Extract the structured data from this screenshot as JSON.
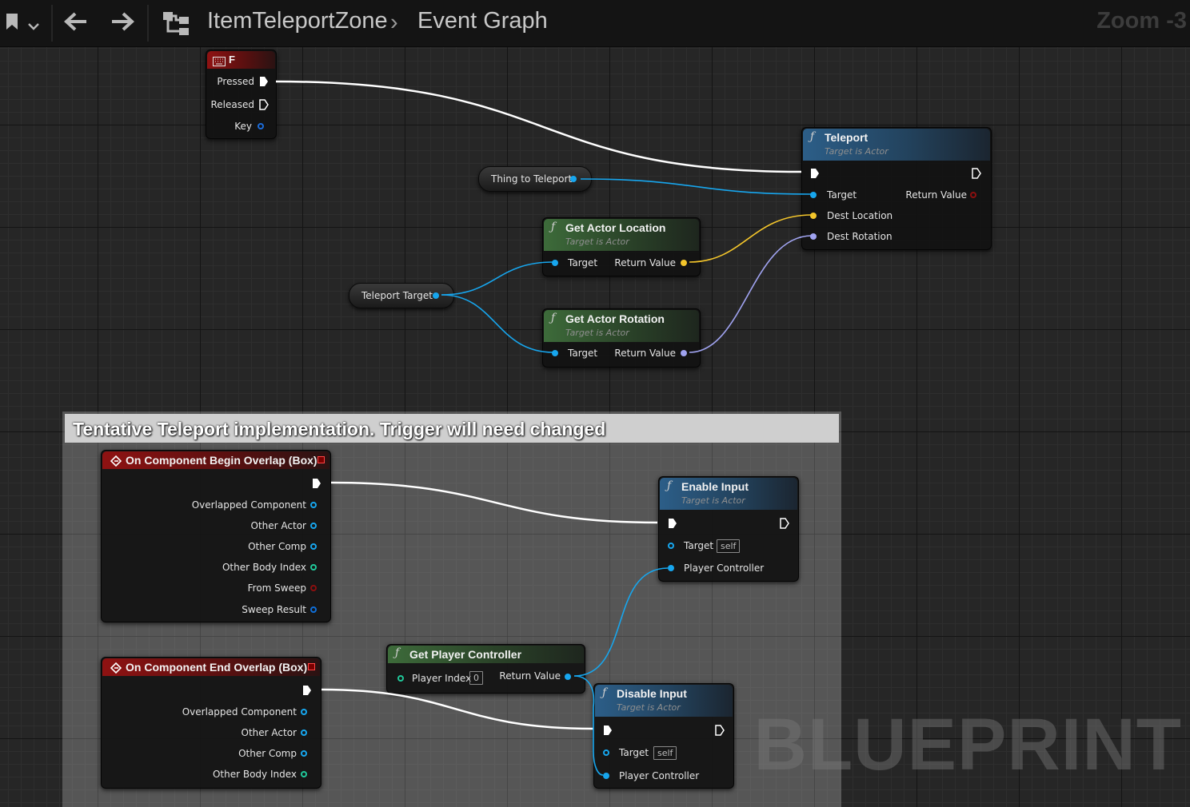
{
  "toolbar": {
    "breadcrumb_root": "ItemTeleportZone",
    "breadcrumb_separator": "›",
    "breadcrumb_current": "Event Graph",
    "zoom": "Zoom -3",
    "icons": [
      "bookmark-icon",
      "chevron-down-icon",
      "back-arrow-icon",
      "forward-arrow-icon",
      "graph-hierarchy-icon"
    ]
  },
  "colors": {
    "exec": "#ffffff",
    "object": "#17a6ee",
    "vector": "#f3c52b",
    "rotator": "#a0a3f0",
    "int": "#20c89a",
    "bool": "#8c0f0f",
    "struct": "#0f6fd9",
    "struct_key": "#1c6cd9"
  },
  "nodes": {
    "key_f": {
      "title": "F",
      "pins": {
        "pressed": "Pressed",
        "released": "Released",
        "key": "Key"
      }
    },
    "teleport": {
      "title": "Teleport",
      "subtitle": "Target is Actor",
      "pins": {
        "target": "Target",
        "return_value": "Return Value",
        "dest_location": "Dest Location",
        "dest_rotation": "Dest Rotation"
      }
    },
    "thing_to_teleport": {
      "label": "Thing to Teleport"
    },
    "teleport_target": {
      "label": "Teleport Target"
    },
    "get_actor_location": {
      "title": "Get Actor Location",
      "subtitle": "Target is Actor",
      "pins": {
        "target": "Target",
        "return_value": "Return Value"
      }
    },
    "get_actor_rotation": {
      "title": "Get Actor Rotation",
      "subtitle": "Target is Actor",
      "pins": {
        "target": "Target",
        "return_value": "Return Value"
      }
    },
    "begin_overlap": {
      "title": "On Component Begin Overlap (Box)",
      "pins": [
        "Overlapped Component",
        "Other Actor",
        "Other Comp",
        "Other Body Index",
        "From Sweep",
        "Sweep Result"
      ]
    },
    "end_overlap": {
      "title": "On Component End Overlap (Box)",
      "pins": [
        "Overlapped Component",
        "Other Actor",
        "Other Comp",
        "Other Body Index"
      ]
    },
    "enable_input": {
      "title": "Enable Input",
      "subtitle": "Target is Actor",
      "pins": {
        "target": "Target",
        "target_default": "self",
        "player_controller": "Player Controller"
      }
    },
    "get_player_controller": {
      "title": "Get Player Controller",
      "pins": {
        "player_index": "Player Index",
        "player_index_default": "0",
        "return_value": "Return Value"
      }
    },
    "disable_input": {
      "title": "Disable Input",
      "subtitle": "Target is Actor",
      "pins": {
        "target": "Target",
        "target_default": "self",
        "player_controller": "Player Controller"
      }
    }
  },
  "comment": {
    "text": "Tentative Teleport implementation. Trigger will need changed"
  },
  "watermark": "BLUEPRINT"
}
